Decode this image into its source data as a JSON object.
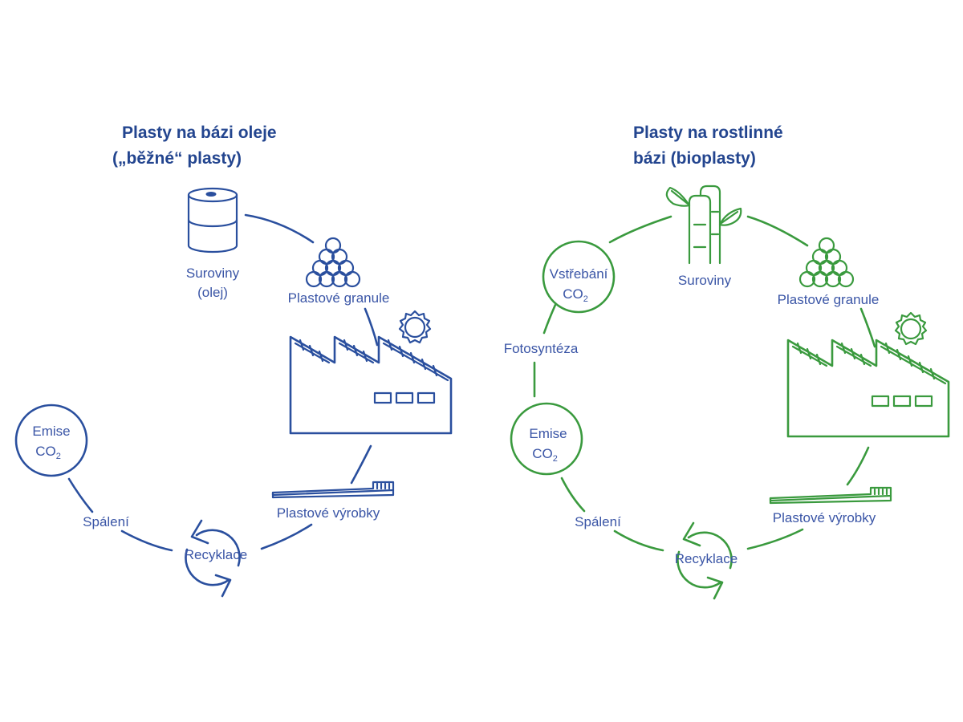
{
  "colors": {
    "oil_stroke": "#2a4f9e",
    "bio_stroke": "#3a9a3e",
    "title_text": "#23458f",
    "label_text": "#3a55a6",
    "background": "#ffffff"
  },
  "oil_cycle": {
    "title_line1": "Plasty na bázi oleje",
    "title_line2": "(„běžné“ plasty)",
    "nodes": {
      "raw_material": {
        "label_line1": "Suroviny",
        "label_line2": "(olej)",
        "icon": "oil-barrel-icon"
      },
      "granules": {
        "label": "Plastové granule",
        "icon": "granules-pyramid-icon"
      },
      "factory": {
        "icon": "factory-icon",
        "sun_icon": "sun-icon"
      },
      "products": {
        "label": "Plastové výrobky",
        "icon": "toothbrush-icon"
      },
      "recycling": {
        "label": "Recyklace",
        "icon": "recycle-arrows-icon"
      },
      "burning": {
        "label": "Spálení"
      },
      "emission": {
        "label_line1": "Emise",
        "label_line2": "CO",
        "label_sub": "2"
      }
    }
  },
  "bio_cycle": {
    "title_line1": "Plasty na rostlinné",
    "title_line2": "bázi (bioplasty)",
    "nodes": {
      "raw_material": {
        "label": "Suroviny",
        "icon": "bamboo-plant-icon"
      },
      "granules": {
        "label": "Plastové granule",
        "icon": "granules-pyramid-icon"
      },
      "factory": {
        "icon": "factory-icon",
        "sun_icon": "sun-icon"
      },
      "products": {
        "label": "Plastové výrobky",
        "icon": "toothbrush-icon"
      },
      "recycling": {
        "label": "Recyklace",
        "icon": "recycle-arrows-icon"
      },
      "burning": {
        "label": "Spálení"
      },
      "emission": {
        "label_line1": "Emise",
        "label_line2": "CO",
        "label_sub": "2"
      },
      "photosynthesis": {
        "label": "Fotosyntéza"
      },
      "absorption": {
        "label_line1": "Vstřebání",
        "label_line2": "CO",
        "label_sub": "2"
      }
    }
  }
}
